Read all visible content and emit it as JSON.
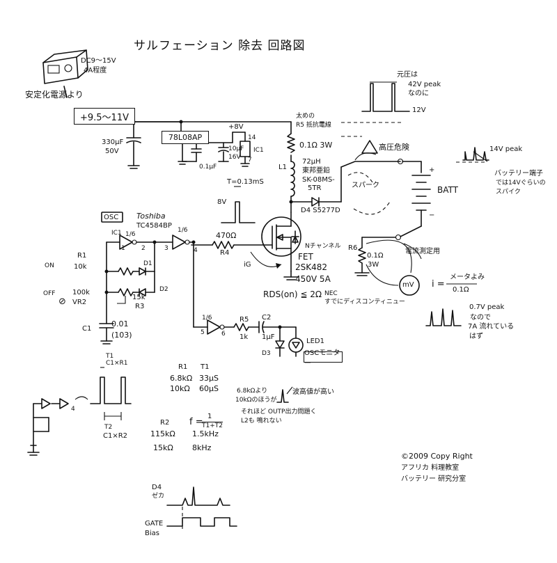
{
  "title": "サルフェーション 除去 回路図",
  "supply": {
    "source_note": "DC9～15V",
    "source_note2": "4A程度",
    "regulated_note": "安定化電源より",
    "voltage_range": "+9.5～11V"
  },
  "regulator": {
    "part": "78L08AP",
    "out_label": "+8V",
    "cap_in": "330μF",
    "cap_in_v": "50V",
    "cap_mid": "0.1μF",
    "cap_out": "10μF",
    "cap_out_v": "16V",
    "pin14": "14",
    "pin7": "7",
    "ic_label": "IC1"
  },
  "osc": {
    "label": "OSC",
    "ic_label": "IC1",
    "brand": "Toshiba",
    "part": "TC4584BP",
    "inv1": "1/6",
    "inv2": "1/6",
    "inv3": "1/6",
    "pin1": "1",
    "pin2": "2",
    "pin3": "3",
    "pin4": "4",
    "pin5": "5",
    "pin6": "6",
    "on_label": "ON",
    "off_label": "OFF",
    "r1_label": "R1",
    "r1_value": "10k",
    "vr_value": "100k",
    "vr_label": "VR2",
    "r3_value": "15k",
    "r3_label": "R3",
    "d1_label": "D1",
    "d2_label": "D2",
    "c1_label": "C1",
    "c1_value": "0.01",
    "c1_code": "(103)"
  },
  "gate": {
    "r4_value": "470Ω",
    "r4_label": "R4",
    "ig_label": "iG",
    "pulse_amp": "8V",
    "pulse_time": "T=0.13mS"
  },
  "power": {
    "r5_note": "太めの",
    "r5_note2": "R5 抵抗電線",
    "r5_value": "0.1Ω 3W",
    "l1_label": "L1",
    "l1_value": "72μH",
    "l1_maker": "東邦亜鉛",
    "l1_part": "SK-08MS-",
    "l1_part2": "5TR",
    "d4_label": "D4 S5277D",
    "fet_type": "Nチャンネル",
    "fet_label": "FET",
    "fet_part": "2SK482",
    "fet_rating": "450V 5A",
    "rds": "RDS(on) ≦ 2Ω",
    "rds_note": "NEC",
    "rds_note2": "すでにディスコンティニュー"
  },
  "battery": {
    "label": "BATT",
    "spark_label": "スパーク",
    "hv_label": "高圧危険",
    "plus": "+",
    "minus": "−"
  },
  "waveform_top": {
    "title": "元圧は",
    "peak": "42V peak",
    "note": "なのに",
    "base": "12V"
  },
  "battery_terminal": {
    "peak": "14V peak",
    "note1": "バッテリー端子",
    "note2": "では14Vぐらいの",
    "note3": "スパイク"
  },
  "meter": {
    "r6_label": "R6",
    "r6_value": "0.1Ω",
    "r6_power": "3W",
    "meter_label": "mV",
    "current_note": "電流測定用",
    "formula_i": "i =",
    "formula_num": "メータよみ",
    "formula_den": "0.1Ω"
  },
  "current_wave": {
    "peak": "0.7V peak",
    "note1": "なので",
    "note2": "7A 流れている",
    "note3": "はず"
  },
  "led": {
    "inv_label": "1/6",
    "r5_label": "R5",
    "r5_value": "1k",
    "c2_label": "C2",
    "c2_value": "1μF",
    "d3_label": "D3",
    "led_label": "LED1",
    "monitor": "OSCモニター"
  },
  "timing": {
    "t1": "T1",
    "t1_formula": "C1×R1",
    "t2": "T2",
    "t2_formula": "C1×R2",
    "pin4": "4"
  },
  "table": {
    "r1_head": "R1",
    "t1_head": "T1",
    "r1_rows": [
      "6.8kΩ",
      "10kΩ"
    ],
    "t1_rows": [
      "33μS",
      "60μS"
    ],
    "r2_head": "R2",
    "r2_rows": [
      "115kΩ",
      "15kΩ"
    ],
    "f_formula": "f =",
    "f_num": "1",
    "f_den": "T1+T2",
    "f_rows": [
      "1.5kHz",
      "8kHz"
    ]
  },
  "notes": {
    "n1": "6.8kΩより",
    "n2": "10kΩのほうが",
    "n3": "それほど OUTP出力問題く",
    "n4": "L2も 鳴れない",
    "n5": "波高値が高い"
  },
  "bottom": {
    "d4_label": "D4",
    "d4_sub": "ゼカ",
    "gate_label": "GATE",
    "bias_label": "Bias"
  },
  "copyright": {
    "line1": "©2009 Copy Right",
    "line2": "アフリカ 料理教室",
    "line3": "バッテリー 研究分室"
  }
}
